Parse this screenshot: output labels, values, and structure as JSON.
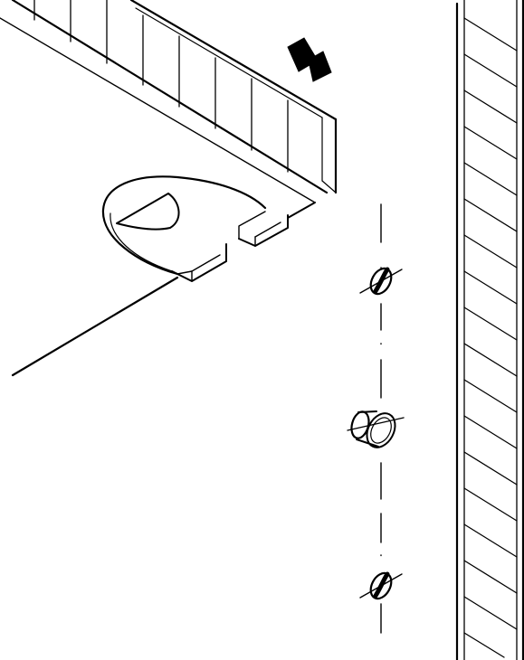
{
  "figure": {
    "kind": "assembly-instruction-illustration",
    "colors": {
      "ink": "#000000",
      "paper": "#ffffff"
    },
    "parts": {
      "shelf": "shelf-panel",
      "support": "shelf-support-clip",
      "pin": "shelf-pin",
      "holes": [
        "drill-hole-upper",
        "drill-hole-lower"
      ],
      "side_panel": "cabinet-side-panel"
    },
    "arrow_direction": "push-right"
  }
}
